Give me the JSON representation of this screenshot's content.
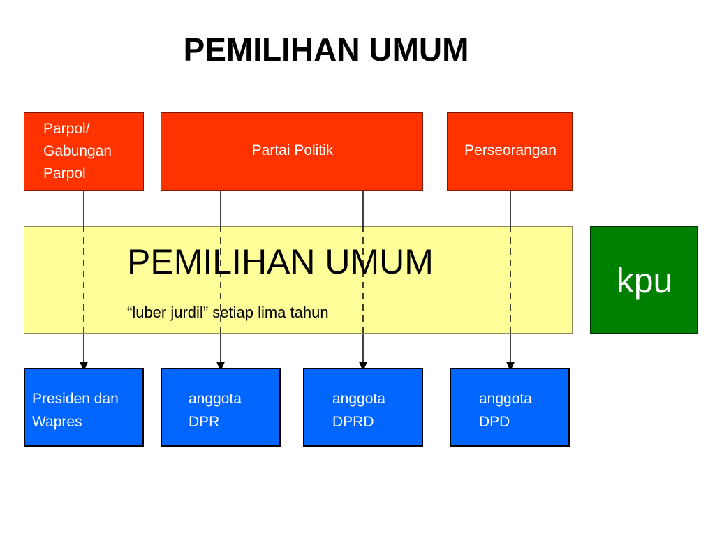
{
  "title": "PEMILIHAN UMUM",
  "sources": [
    {
      "label_lines": [
        "Parpol/",
        "Gabungan",
        "Parpol"
      ]
    },
    {
      "label": "Partai Politik"
    },
    {
      "label": "Perseorangan"
    }
  ],
  "election": {
    "title": "PEMILIHAN UMUM",
    "subtitle": "“luber jurdil” setiap lima tahun"
  },
  "kpu": {
    "label": "kpu"
  },
  "outcomes": [
    {
      "label_lines": [
        "Presiden dan",
        "Wapres"
      ]
    },
    {
      "label_lines": [
        "anggota",
        "DPR"
      ]
    },
    {
      "label_lines": [
        "anggota",
        "DPRD"
      ]
    },
    {
      "label_lines": [
        "anggota",
        "DPD"
      ]
    }
  ],
  "colors": {
    "source": "#ff3300",
    "election": "#ffff99",
    "kpu": "#008000",
    "outcome": "#0066ff"
  }
}
